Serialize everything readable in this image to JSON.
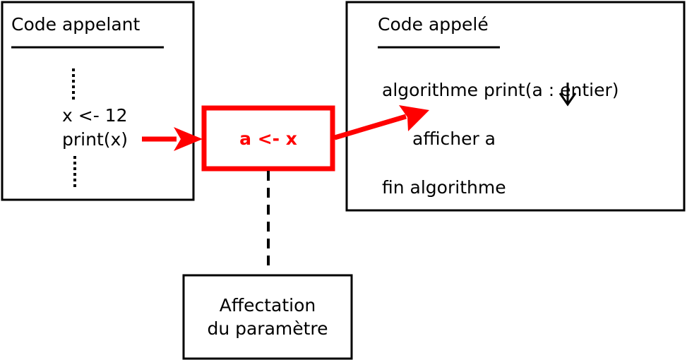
{
  "colors": {
    "stroke": "#000000",
    "accent": "#ff0000",
    "background": "#ffffff"
  },
  "caller": {
    "title": "Code appelant",
    "lines": [
      "x <- 12",
      "print(x)"
    ]
  },
  "callee": {
    "title": "Code appelé",
    "signature": "algorithme print(a : entier)",
    "body": "afficher a",
    "end": "fin algorithme"
  },
  "parameter": {
    "assignment": "a <- x"
  },
  "note": {
    "lines": [
      "Affectation",
      "du paramètre"
    ]
  },
  "icons": {
    "mode_marker": "down-arrow-icon"
  }
}
